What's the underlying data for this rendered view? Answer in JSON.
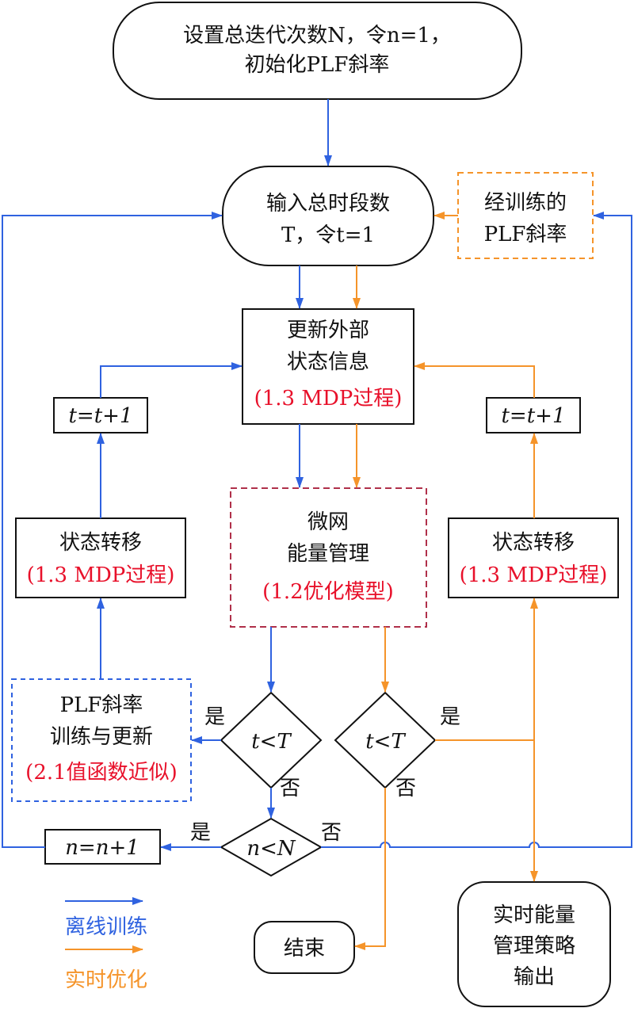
{
  "colors": {
    "offline": "#2f62e0",
    "realtime": "#f5942a",
    "highlight": "#e8102a",
    "model_box": "#b0304a"
  },
  "nodes": {
    "start": {
      "line1": "设置总迭代次数N，令n=1，",
      "line2": "初始化PLF斜率"
    },
    "input_periods": {
      "line1": "输入总时段数",
      "line2": "T，令t=1"
    },
    "trained_slope": {
      "line1": "经训练的",
      "line2": "PLF斜率"
    },
    "update_state": {
      "line1": "更新外部",
      "line2": "状态信息",
      "line3": "(1.3 MDP过程)"
    },
    "t_inc_left": {
      "label": "t=t+1"
    },
    "t_inc_right": {
      "label": "t=t+1"
    },
    "transfer_left": {
      "line1": "状态转移",
      "line2": "(1.3 MDP过程)"
    },
    "transfer_right": {
      "line1": "状态转移",
      "line2": "(1.3 MDP过程)"
    },
    "microgrid": {
      "line1": "微网",
      "line2": "能量管理",
      "line3": "(1.2优化模型)"
    },
    "plf_train": {
      "line1": "PLF斜率",
      "line2": "训练与更新",
      "line3": "(2.1值函数近似)"
    },
    "dec_t_left": {
      "label": "t<T"
    },
    "dec_t_right": {
      "label": "t<T"
    },
    "dec_n": {
      "label": "n<N"
    },
    "n_inc": {
      "label": "n=n+1"
    },
    "end": {
      "label": "结束"
    },
    "output": {
      "line1": "实时能量",
      "line2": "管理策略",
      "line3": "输出"
    }
  },
  "edge_labels": {
    "yes": "是",
    "no": "否"
  },
  "legend": {
    "offline": "离线训练",
    "realtime": "实时优化"
  }
}
